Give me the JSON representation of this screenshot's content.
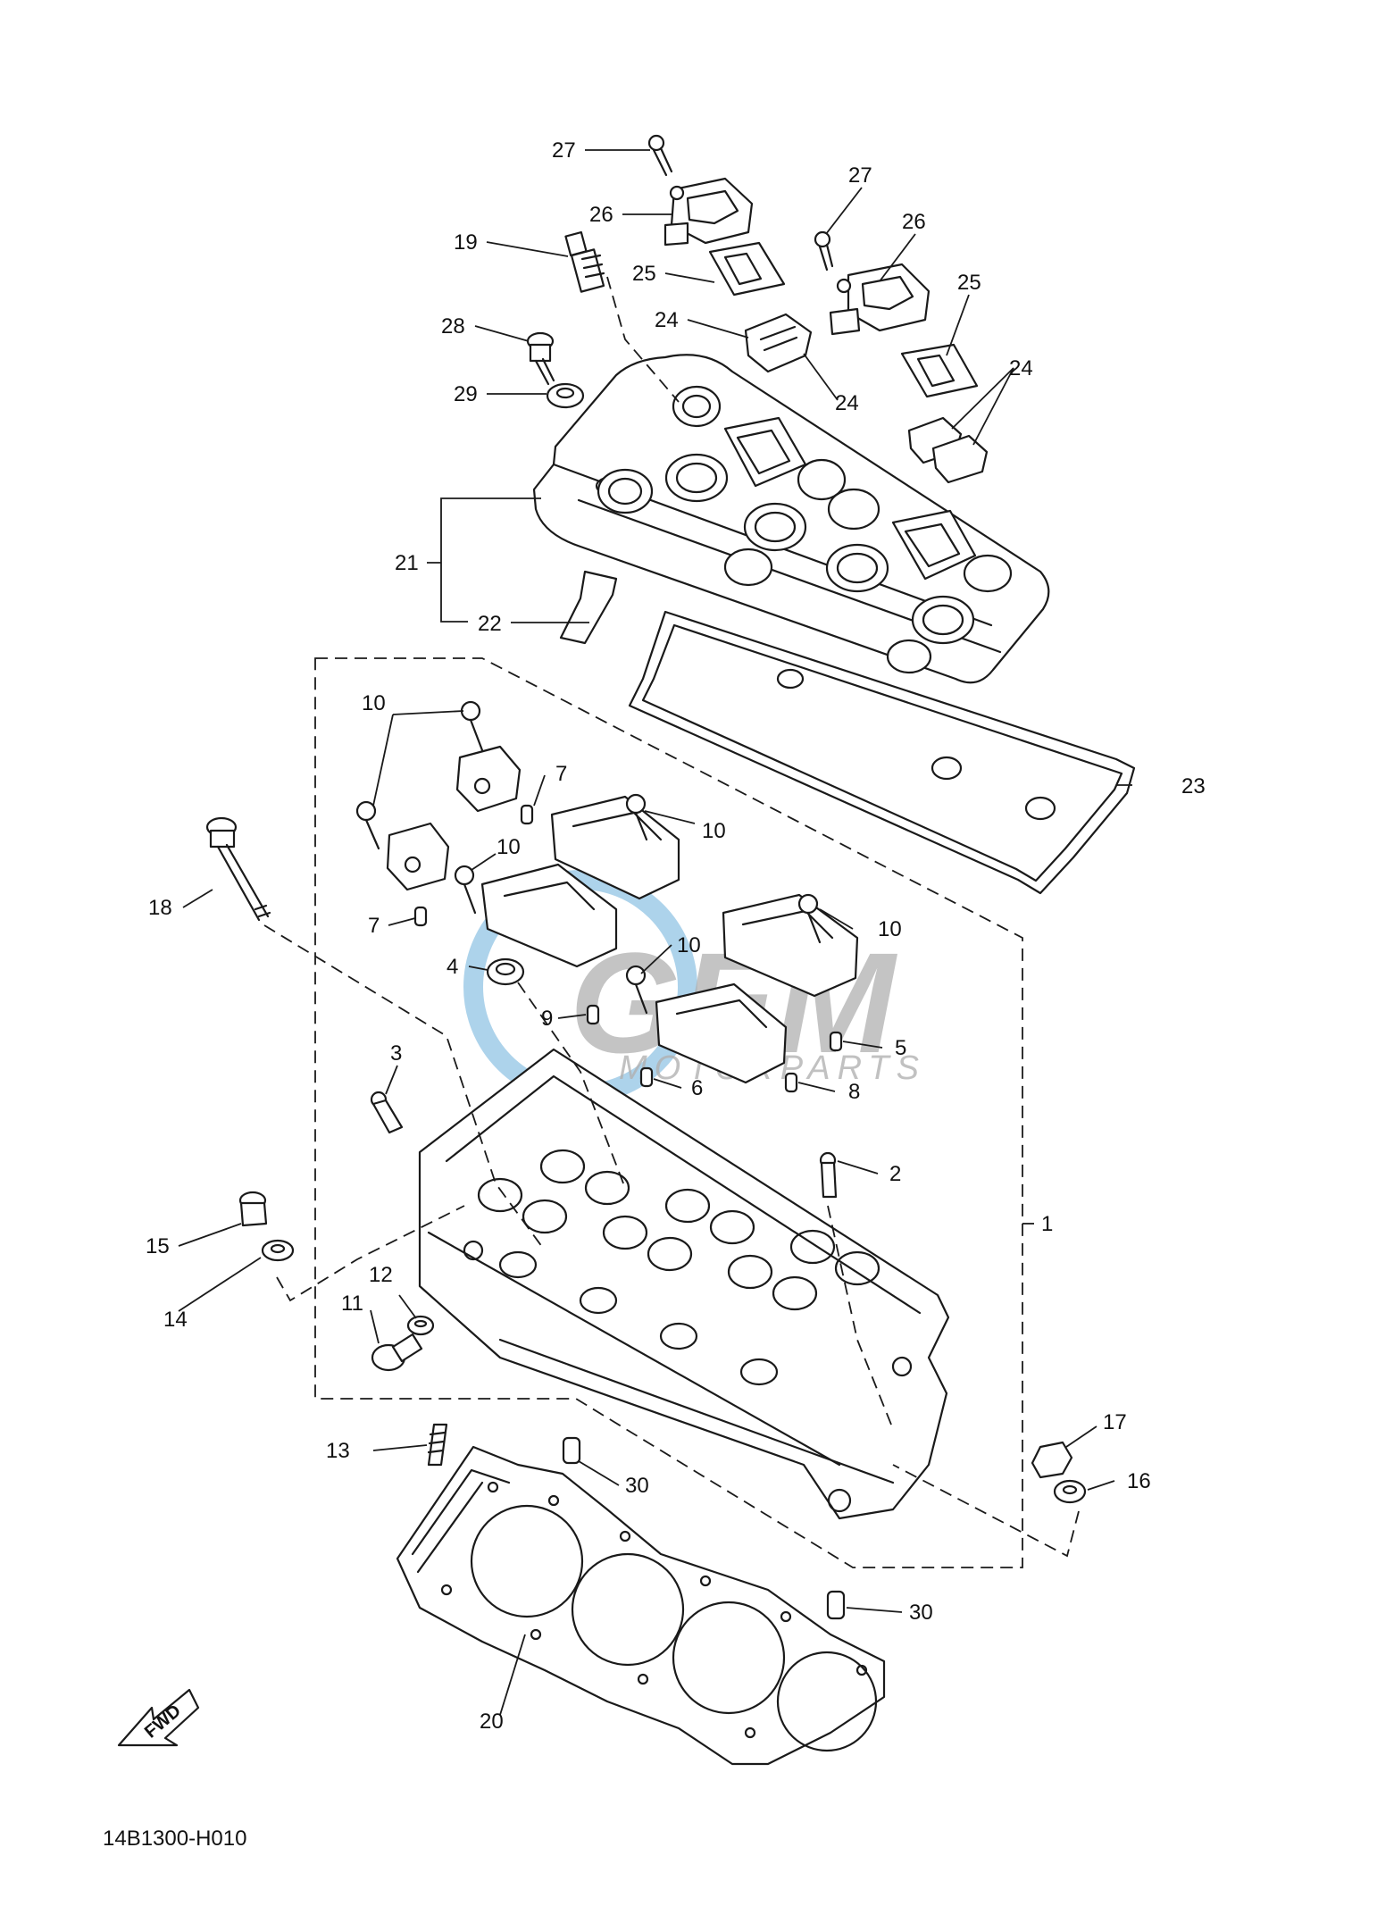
{
  "diagram": {
    "code": "14B1300-H010",
    "fwd_label": "FWD",
    "watermark": {
      "brand": "GEM",
      "sub": "MOTORPARTS"
    },
    "colors": {
      "line": "#1a1a1a",
      "watermark_grey": "#a9a9a9",
      "watermark_blue": "#5aa6d6"
    },
    "callouts": [
      {
        "id": "c27a",
        "num": "27"
      },
      {
        "id": "c26a",
        "num": "26"
      },
      {
        "id": "c19",
        "num": "19"
      },
      {
        "id": "c25a",
        "num": "25"
      },
      {
        "id": "c27b",
        "num": "27"
      },
      {
        "id": "c26b",
        "num": "26"
      },
      {
        "id": "c25b",
        "num": "25"
      },
      {
        "id": "c24a",
        "num": "24"
      },
      {
        "id": "c28",
        "num": "28"
      },
      {
        "id": "c24b",
        "num": "24"
      },
      {
        "id": "c24c",
        "num": "24"
      },
      {
        "id": "c29",
        "num": "29"
      },
      {
        "id": "c21",
        "num": "21"
      },
      {
        "id": "c22",
        "num": "22"
      },
      {
        "id": "c10a",
        "num": "10"
      },
      {
        "id": "c7a",
        "num": "7"
      },
      {
        "id": "c23",
        "num": "23"
      },
      {
        "id": "c10b",
        "num": "10"
      },
      {
        "id": "c10c",
        "num": "10"
      },
      {
        "id": "c18",
        "num": "18"
      },
      {
        "id": "c7b",
        "num": "7"
      },
      {
        "id": "c10d",
        "num": "10"
      },
      {
        "id": "c10e",
        "num": "10"
      },
      {
        "id": "c4",
        "num": "4"
      },
      {
        "id": "c9",
        "num": "9"
      },
      {
        "id": "c5",
        "num": "5"
      },
      {
        "id": "c3",
        "num": "3"
      },
      {
        "id": "c6",
        "num": "6"
      },
      {
        "id": "c8",
        "num": "8"
      },
      {
        "id": "c2",
        "num": "2"
      },
      {
        "id": "c1",
        "num": "1"
      },
      {
        "id": "c15",
        "num": "15"
      },
      {
        "id": "c12",
        "num": "12"
      },
      {
        "id": "c14",
        "num": "14"
      },
      {
        "id": "c11",
        "num": "11"
      },
      {
        "id": "c17",
        "num": "17"
      },
      {
        "id": "c16",
        "num": "16"
      },
      {
        "id": "c13",
        "num": "13"
      },
      {
        "id": "c30a",
        "num": "30"
      },
      {
        "id": "c30b",
        "num": "30"
      },
      {
        "id": "c20",
        "num": "20"
      }
    ]
  }
}
